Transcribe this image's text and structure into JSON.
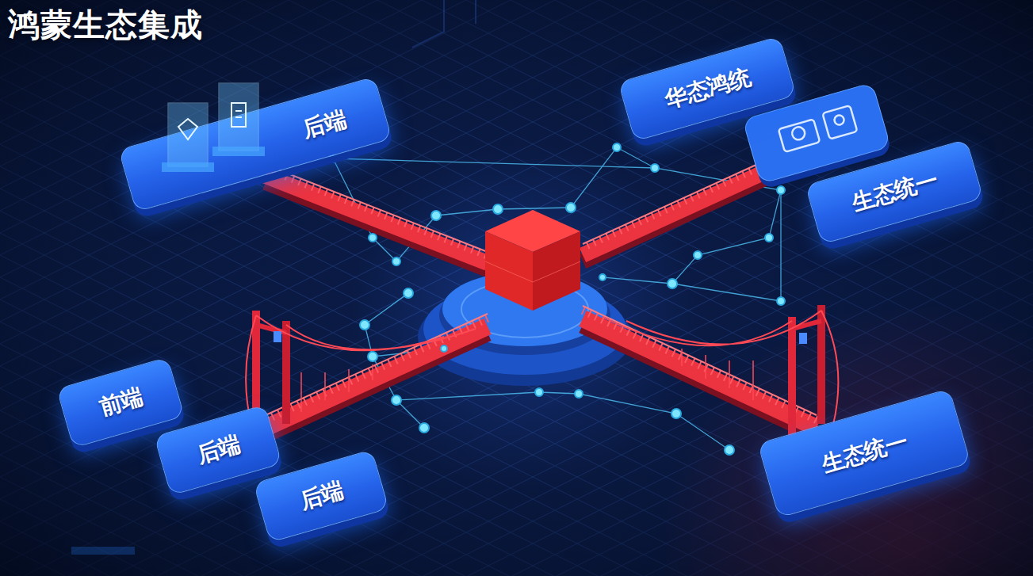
{
  "diagram": {
    "title": "鸿蒙生态集成",
    "nodes": [
      {
        "text": [
          "华态鸿统"
        ]
      },
      {
        "text": [
          "后端"
        ]
      },
      {
        "text": [
          "生态统一"
        ]
      },
      {
        "text": [
          "前端"
        ]
      },
      {
        "text": [
          "后端"
        ]
      },
      {
        "text": [
          "生态统一"
        ]
      },
      {
        "text": [
          "后端"
        ]
      }
    ]
  }
}
